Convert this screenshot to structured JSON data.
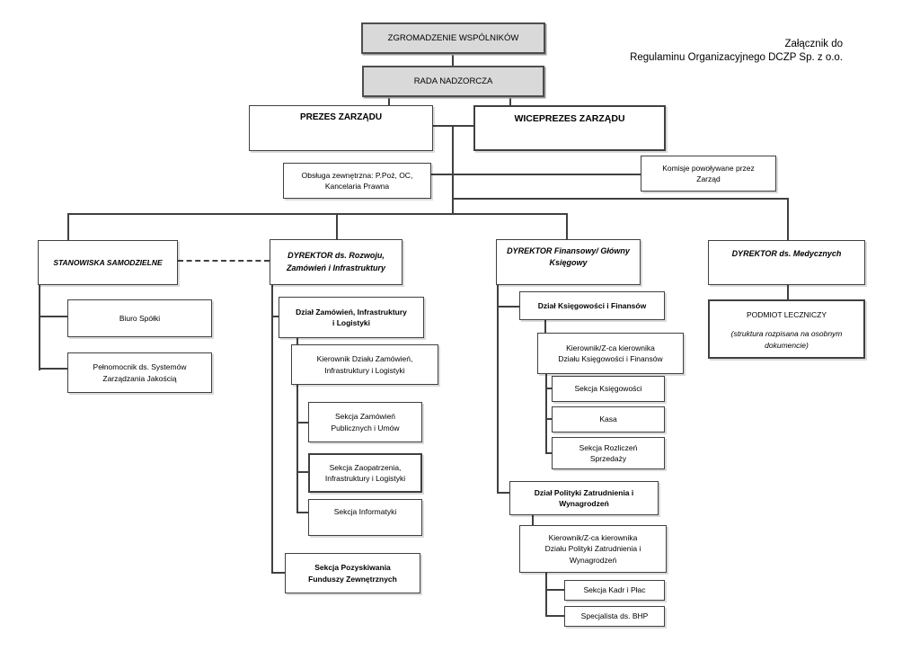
{
  "note": {
    "line1": "Załącznik do",
    "line2": "Regulaminu Organizacyjnego DCZP Sp. z o.o."
  },
  "colors": {
    "box_border": "#404040",
    "gray_fill": "#d9d9d9",
    "connector": "#404040"
  },
  "nodes": {
    "zgromadzenie": {
      "lines": [
        "ZGROMADZENIE WSPÓLNIKÓW"
      ]
    },
    "rada": {
      "lines": [
        "RADA NADZORCZA"
      ]
    },
    "prezes": {
      "lines": [
        "PREZES ZARZĄDU"
      ]
    },
    "wiceprezes": {
      "lines": [
        "WICEPREZES ZARZĄDU"
      ]
    },
    "obsluga": {
      "lines": [
        "Obsługa zewnętrzna: P.Poż, OC,",
        "Kancelaria Prawna"
      ]
    },
    "komisje": {
      "lines": [
        "Komisje powoływane przez",
        "Zarząd"
      ]
    },
    "stanowiska": {
      "lines": [
        "STANOWISKA SAMODZIELNE"
      ]
    },
    "dyr_rozwoju": {
      "lines": [
        "DYREKTOR ds. Rozwoju,",
        "Zamówień i Infrastruktury"
      ]
    },
    "dyr_fin": {
      "lines": [
        "DYREKTOR Finansowy/ Główny",
        "Księgowy"
      ]
    },
    "dyr_med": {
      "lines": [
        "DYREKTOR ds. Medycznych"
      ]
    },
    "biuro": {
      "lines": [
        "Biuro Spółki"
      ]
    },
    "pelnomocnik": {
      "lines": [
        "Pełnomocnik ds. Systemów",
        "Zarządzania Jakością"
      ]
    },
    "dzial_zamowien": {
      "lines": [
        "Dział Zamówień, Infrastruktury",
        "i Logistyki"
      ]
    },
    "kier_zamowien": {
      "lines": [
        "Kierownik Działu Zamówień,",
        "Infrastruktury i Logistyki"
      ]
    },
    "sekcja_zamowien_publicznych": {
      "lines": [
        "Sekcja Zamówień",
        "Publicznych i Umów"
      ]
    },
    "sekcja_zaopatrzenia": {
      "lines": [
        "Sekcja Zaopatrzenia,",
        "Infrastruktury i Logistyki"
      ]
    },
    "sekcja_informatyki": {
      "lines": [
        "Sekcja Informatyki"
      ]
    },
    "sekcja_pozyskiwania": {
      "lines": [
        "Sekcja Pozyskiwania",
        "Funduszy Zewnętrznych"
      ]
    },
    "dzial_ksiegowosci": {
      "lines": [
        "Dział Księgowości i Finansów"
      ]
    },
    "kier_ksiegowosci": {
      "lines": [
        "Kierownik/Z-ca kierownika",
        "Działu Księgowości i Finansów"
      ]
    },
    "sekcja_ksiegowosci": {
      "lines": [
        "Sekcja Księgowości"
      ]
    },
    "kasa": {
      "lines": [
        "Kasa"
      ]
    },
    "sekcja_rozliczen": {
      "lines": [
        "Sekcja Rozliczeń",
        "Sprzedaży"
      ]
    },
    "dzial_polityki": {
      "lines": [
        "Dział Polityki Zatrudnienia i",
        "Wynagrodzeń"
      ]
    },
    "kier_polityki": {
      "lines": [
        "Kierownik/Z-ca kierownika",
        "Działu Polityki Zatrudnienia i",
        "Wynagrodzeń"
      ]
    },
    "sekcja_kadr": {
      "lines": [
        "Sekcja Kadr i Płac"
      ]
    },
    "spec_bhp": {
      "lines": [
        "Specjalista ds. BHP"
      ]
    },
    "podmiot": {
      "lines": [
        "PODMIOT LECZNICZY",
        "(struktura rozpisana na osobnym",
        "dokumencie)"
      ]
    }
  }
}
